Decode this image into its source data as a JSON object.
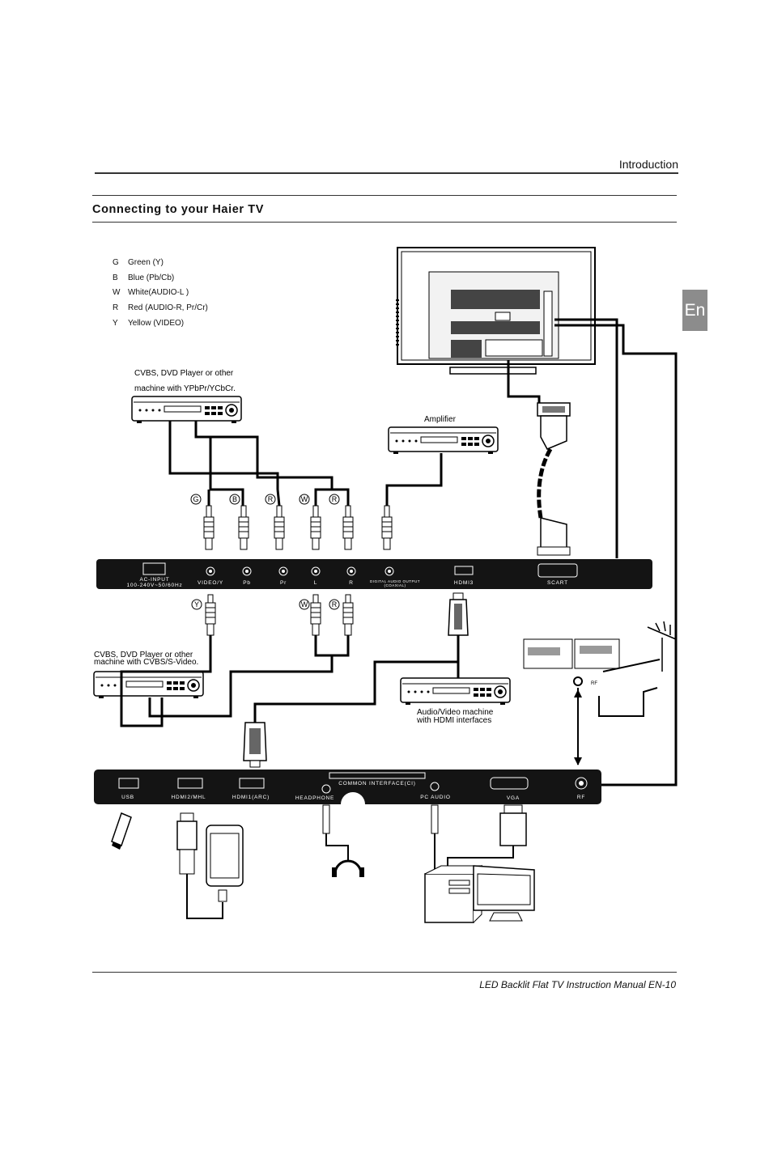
{
  "header": {
    "section": "Introduction",
    "title": "Connecting to your Haier TV",
    "lang_tab": "En"
  },
  "legend": [
    {
      "key": "G",
      "text": "Green (Y)"
    },
    {
      "key": "B",
      "text": "Blue (Pb/Cb)"
    },
    {
      "key": "W",
      "text": "White(AUDIO-L )"
    },
    {
      "key": "R",
      "text": "Red (AUDIO-R, Pr/Cr)"
    },
    {
      "key": "Y",
      "text": "Yellow (VIDEO)"
    }
  ],
  "devices": {
    "ypbpr_1": "CVBS, DVD  Player or other",
    "ypbpr_2": "machine with YPbPr/YCbCr.",
    "amplifier": "Amplifier",
    "cvbs_1": "CVBS, DVD Player or other",
    "cvbs_2": "machine with CVBS/S-Video.",
    "hdmi_1": "Audio/Video machine",
    "hdmi_2": "with HDMI interfaces"
  },
  "cable_letters": [
    "G",
    "B",
    "R",
    "W",
    "R"
  ],
  "lower_cable_letters": [
    "Y",
    "W",
    "R"
  ],
  "rear_panel": {
    "ac_1": "AC-INPUT",
    "ac_2": "100-240V~50/60Hz",
    "video_y": "VIDEO/Y",
    "pb": "Pb",
    "pr": "Pr",
    "l": "L",
    "r": "R",
    "digital_1": "DIGITAL AUDIO OUTPUT",
    "digital_2": "(COAXIAL)",
    "hdmi3": "HDMI3",
    "scart": "SCART"
  },
  "side_panel": {
    "usb": "USB",
    "hdmi2": "HDMI2/MHL",
    "hdmi1": "HDMI1(ARC)",
    "ci": "COMMON INTERFACE(CI)",
    "headphone": "HEADPHONE",
    "pc_audio": "PC AUDIO",
    "vga": "VGA",
    "rf": "RF"
  },
  "antenna": {
    "rf_small": "RF"
  },
  "footer": {
    "manual": "LED Backlit Flat TV Instruction Manual",
    "page": "EN-10"
  }
}
